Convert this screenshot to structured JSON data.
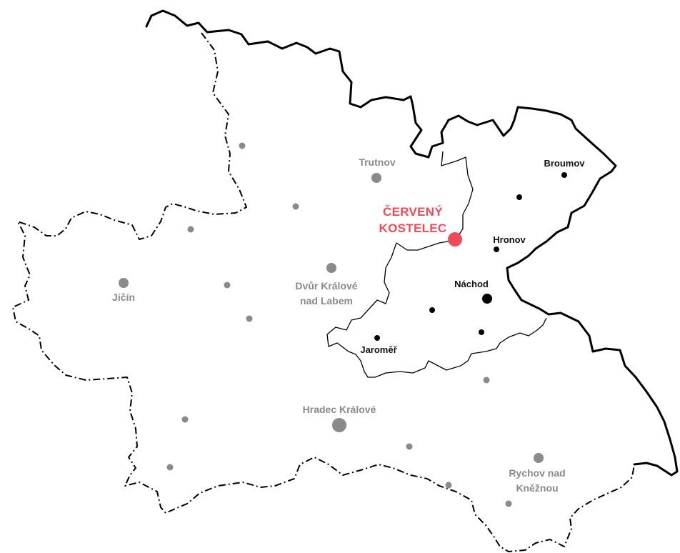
{
  "map": {
    "highlight_color": "#f04a5a",
    "highlight": {
      "lines": [
        "ČERVENÝ",
        "KOSTELEC"
      ]
    },
    "labels": {
      "trutnov": "Trutnov",
      "broumov": "Broumov",
      "hronov": "Hronov",
      "nachod": "Náchod",
      "jaromer": "Jaroměř",
      "jicin": "Jičín",
      "dvur_1": "Dvůr Králové",
      "dvur_2": "nad Labem",
      "hradec": "Hradec Králové",
      "rychnov_1": "Rychov nad",
      "rychnov_2": "Kněžnou"
    }
  }
}
